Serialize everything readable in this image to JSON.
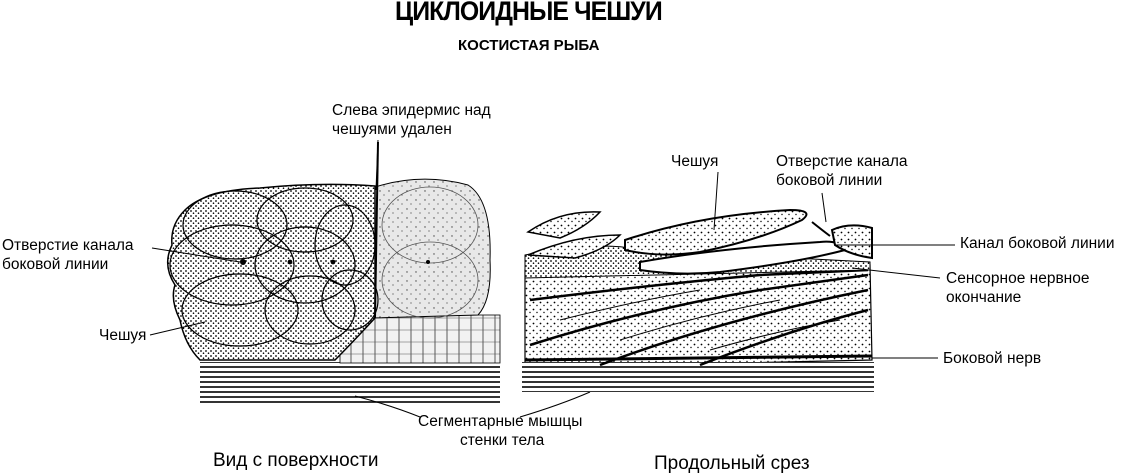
{
  "title": "ЦИКЛОИДНЫЕ ЧЕШУИ",
  "subtitle": "КОСТИСТАЯ РЫБА",
  "left_panel": {
    "caption": "Вид с  поверхности",
    "labels": {
      "epidermis_removed": [
        "Слева эпидермис  над",
        "чешуями удален"
      ],
      "lateral_canal_opening": [
        "Отверстие канала",
        "боковой линии"
      ],
      "scale": "Чешуя"
    }
  },
  "right_panel": {
    "caption": "Продольный срез",
    "labels": {
      "scale": "Чешуя",
      "lateral_canal_opening": [
        "Отверстие канала",
        "боковой линии"
      ],
      "lateral_canal": "Канал боковой линии",
      "sensory_ending": [
        "Сенсорное нервное",
        "окончание"
      ],
      "lateral_nerve": "Боковой нерв"
    }
  },
  "shared": {
    "segmental_muscles": [
      "Сегментарные мышцы",
      "стенки тела"
    ]
  },
  "colors": {
    "ink": "#000000",
    "paper": "#ffffff",
    "shade": "#cfcfcf"
  }
}
